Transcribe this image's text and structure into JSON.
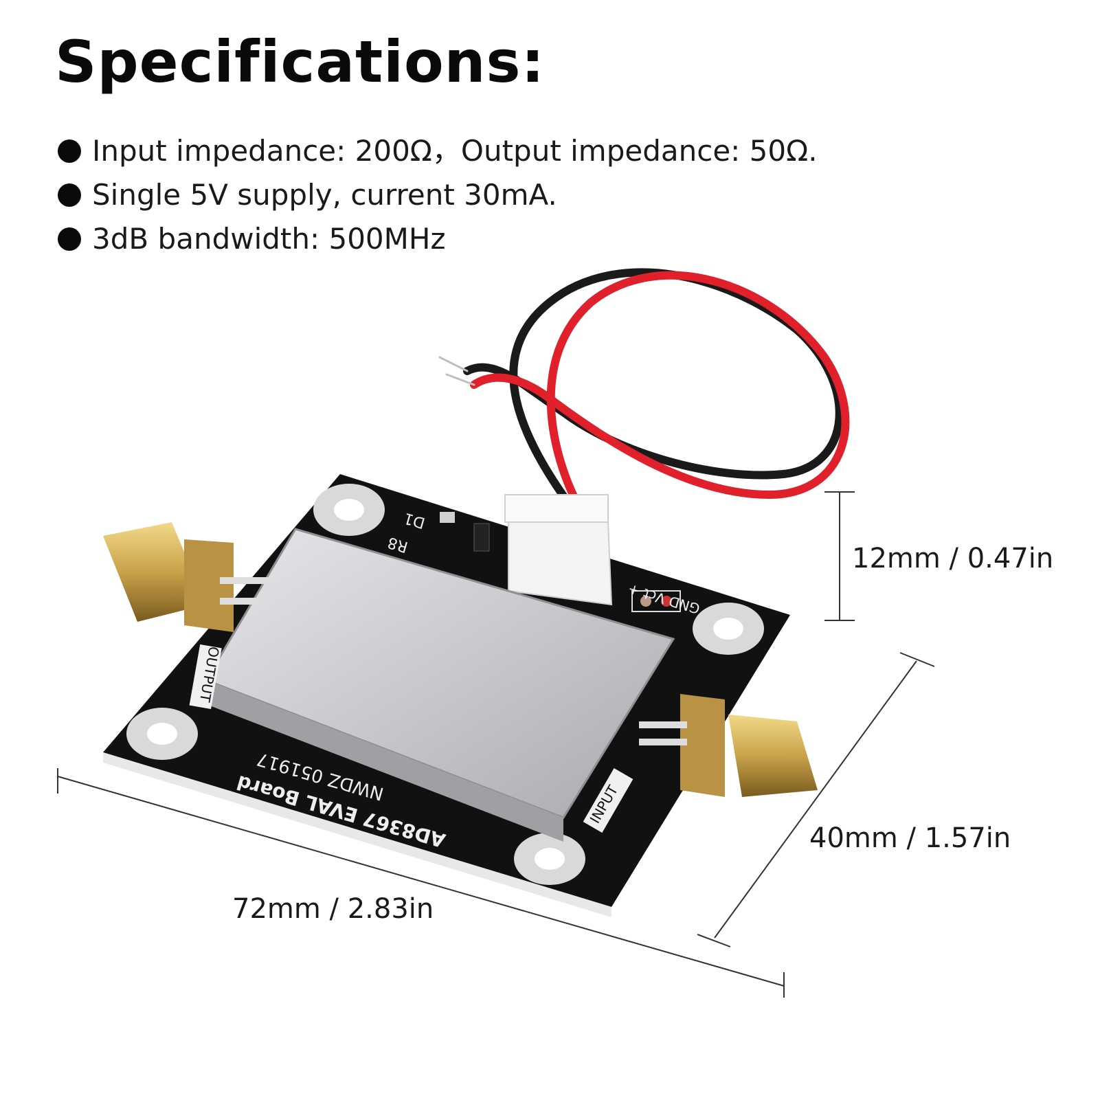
{
  "title": "Specifications:",
  "specs": [
    "Input impedance: 200Ω，Output impedance: 50Ω.",
    "Single 5V supply, current 30mA.",
    "3dB bandwidth: 500MHz"
  ],
  "dimensions": {
    "height": "12mm / 0.47in",
    "length": "72mm / 2.83in",
    "width": "40mm / 1.57in"
  },
  "board_silkscreen": {
    "line1": "AD8367 EVAL Board",
    "line2": "NWDZ 051917",
    "output_label": "OUTPUT",
    "input_label": "INPUT",
    "header_label": "GND Vct +",
    "led_label": "D1",
    "resistor_label": "R8"
  },
  "colors": {
    "pcb": "#111111",
    "shield": "#c8c9cc",
    "connector_gold": "#c9a24a",
    "wire_red": "#e0202a",
    "wire_black": "#1a1a1a"
  }
}
